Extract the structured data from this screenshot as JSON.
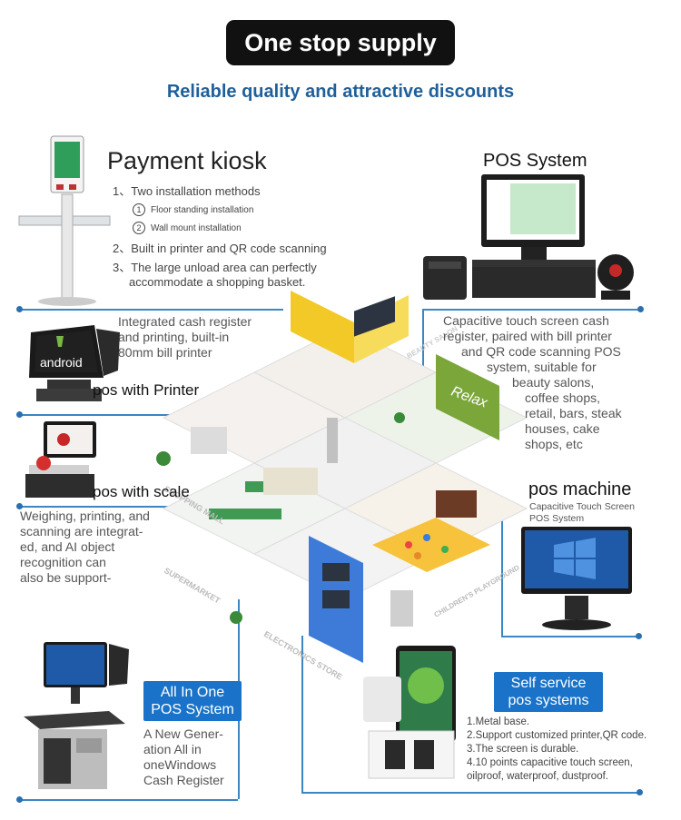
{
  "header": {
    "title": "One stop supply",
    "subtitle": "Reliable quality and attractive discounts"
  },
  "payment_kiosk": {
    "title": "Payment kiosk",
    "item1": "1、Two installation methods",
    "sub1_num": "1",
    "sub1": "Floor standing installation",
    "sub2_num": "2",
    "sub2": "Wall mount installation",
    "item2": "2、Built in printer and QR code scanning",
    "item3a": "3、The large unload area can perfectly",
    "item3b": "accommodate a shopping basket."
  },
  "pos_system": {
    "title": "POS System",
    "desc": [
      "Capacitive touch screen cash",
      "register, paired with bill printer",
      "and QR code scanning POS",
      "system, suitable for",
      "beauty salons,",
      "coffee shops,",
      "retail, bars, steak",
      "houses, cake",
      "shops, etc"
    ]
  },
  "pos_printer": {
    "title": "pos with Printer",
    "desc": [
      "Integrated cash register",
      "and printing, built-in",
      "80mm bill printer"
    ],
    "screen_text": "android"
  },
  "pos_scale": {
    "title": "pos with scale",
    "desc": [
      "Weighing, printing, and",
      "scanning are integrat-",
      "ed, and AI object",
      "recognition can",
      "also be support-"
    ]
  },
  "pos_machine": {
    "title": "pos machine",
    "sub1": "Capacitive Touch Screen",
    "sub2": "POS System"
  },
  "all_in_one": {
    "badge1": "All In One",
    "badge2": "POS System",
    "desc": [
      "A New Gener-",
      "ation All in",
      "oneWindows",
      "Cash Register"
    ]
  },
  "self_service": {
    "badge1": "Self service",
    "badge2": "pos systems",
    "desc": [
      "1.Metal base.",
      "2.Support customized printer,QR code.",
      "3.The screen is durable.",
      "4.10 points capacitive touch screen,",
      "oilproof, waterproof, dustproof."
    ]
  },
  "scene": {
    "labels": [
      "SHOPPING MALL",
      "BEAUTY SALON",
      "SUPERMARKET",
      "CHILDREN'S PLAYGROUND",
      "ELECTRONICS STORE"
    ],
    "relax": "Relax"
  },
  "colors": {
    "accent_blue": "#1a73c8",
    "connector_blue": "#3b86c4",
    "title_bg": "#111111",
    "subtitle": "#1f5f9a"
  }
}
